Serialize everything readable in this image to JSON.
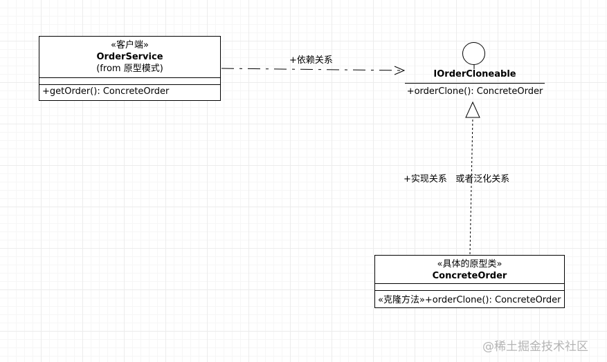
{
  "order_service": {
    "stereotype": "«客户端»",
    "name": "OrderService",
    "package": "(from 原型模式)",
    "operation": "+getOrder(): ConcreteOrder"
  },
  "interface": {
    "name": "IOrderCloneable",
    "operation": "+orderClone(): ConcreteOrder"
  },
  "concrete_order": {
    "stereotype": "«具体的原型类»",
    "name": "ConcreteOrder",
    "operation": "«克隆方法»+orderClone(): ConcreteOrder"
  },
  "relations": {
    "dependency_label": "+依赖关系",
    "realization_label": "+实现关系   或者泛化关系"
  },
  "watermark": "@稀土掘金技术社区"
}
